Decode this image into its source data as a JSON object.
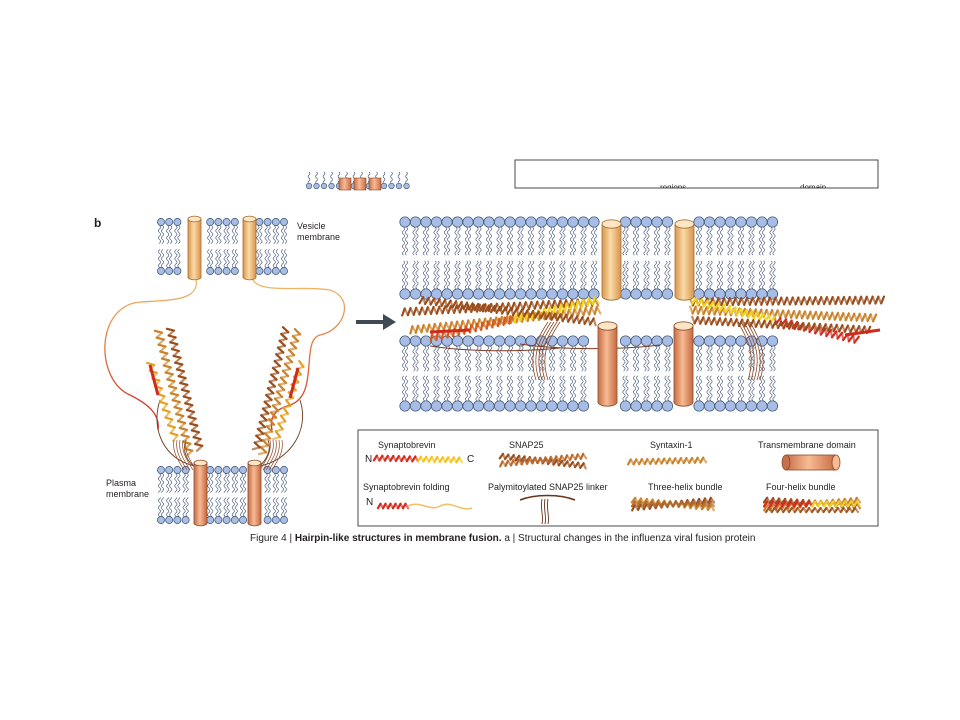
{
  "panel_label": "b",
  "labels": {
    "vesicle_membrane": "Vesicle membrane",
    "plasma_membrane": "Plasma membrane"
  },
  "legend": {
    "synaptobrevin": "Synaptobrevin",
    "snap25": "SNAP25",
    "syntaxin": "Syntaxin-1",
    "transmembrane": "Transmembrane domain",
    "synaptobrevin_folding": "Synaptobrevin folding",
    "palmitoylated_linker": "Palymitoylated SNAP25 linker",
    "three_helix": "Three-helix bundle",
    "four_helix": "Four-helix bundle",
    "n_terminus": "N",
    "c_terminus": "C",
    "n_terminus_folding": "N"
  },
  "caption": {
    "figure_label": "Figure 4 | ",
    "title": "Hairpin-like structures in membrane fusion.",
    "text": " a | Structural changes in the influenza viral fusion protein"
  },
  "top_fragments": {
    "left": "regions",
    "right": "domain"
  },
  "colors": {
    "lipid_head": "#a7bde6",
    "lipid_head_stroke": "#39506f",
    "lipid_tail": "#3b4f74",
    "tm_vesicle": "#f6c98d",
    "tm_plasma": "#eea27a",
    "synaptobrevin": "#e6a020",
    "snap25": "#9a4d1b",
    "syntaxin": "#c9822a",
    "arrow": "#3f4a55"
  }
}
